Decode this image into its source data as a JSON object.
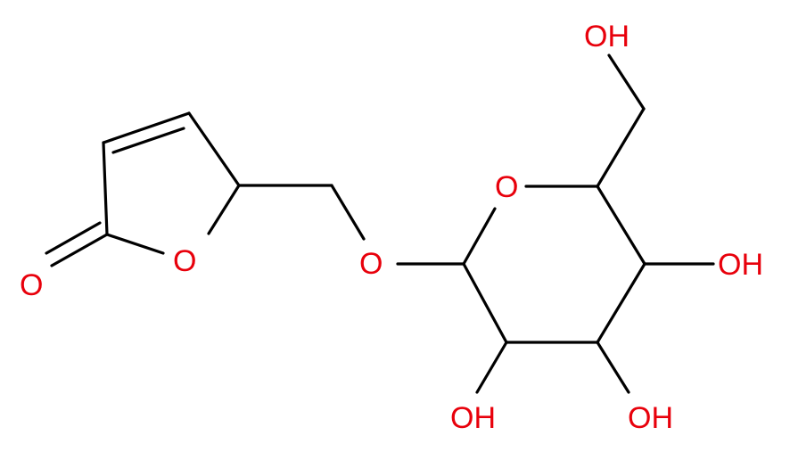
{
  "colors": {
    "bond": "#000000",
    "heteroatom": "#e8000b",
    "background": "#ffffff"
  },
  "atoms": {
    "carbonyl_o": "O",
    "ring_o_lactone": "O",
    "glycosidic_o": "O",
    "ring_o_sugar": "O",
    "oh_top": "OH",
    "oh_right": "OH",
    "oh_bottom_left": "OH",
    "oh_bottom_right": "OH"
  }
}
